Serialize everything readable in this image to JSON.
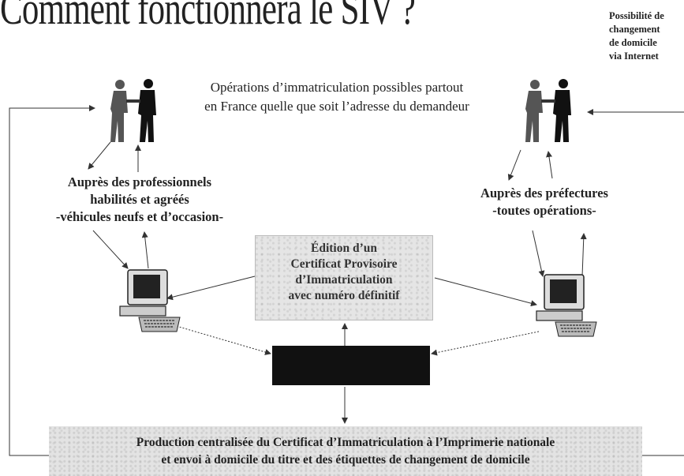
{
  "title": "Comment fonctionnera le SIV ?",
  "side_note": [
    "Possibilité de",
    "changement",
    "de domicile",
    "via Internet"
  ],
  "center_text": [
    "Opérations d’immatriculation possibles partout",
    "en France quelle que soit l’adresse du demandeur"
  ],
  "professionals_label": [
    "Auprès des professionnels",
    "habilités et agréés",
    "-véhicules neufs et d’occasion-"
  ],
  "prefectures_label": [
    "Auprès des préfectures",
    "-toutes opérations-"
  ],
  "edition_box": [
    "Édition d’un",
    "Certificat Provisoire",
    "d’Immatriculation",
    "avec numéro définitif"
  ],
  "production_box": [
    "Production centralisée du Certificat d’Immatriculation à l’Imprimerie nationale",
    "et envoi à domicile du titre et des étiquettes de changement de domicile"
  ],
  "icons": {
    "left_people": "handshake-icon",
    "right_people": "handshake-icon",
    "left_computer": "computer-icon",
    "right_computer": "computer-icon"
  },
  "colors": {
    "box_fill": "#e4e4e4",
    "central_box": "#111111",
    "line": "#333333"
  }
}
